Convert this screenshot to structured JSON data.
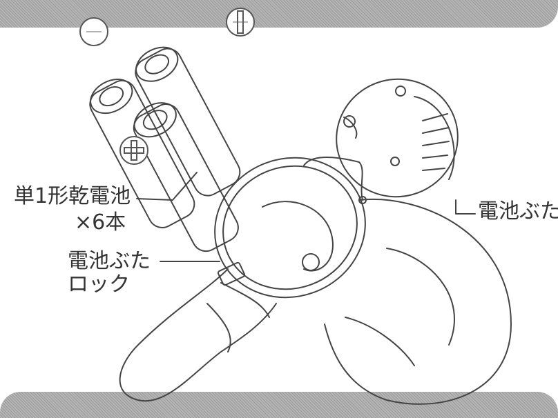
{
  "labels": {
    "battery_line1": "単1形乾電池",
    "battery_line2": "×6本",
    "battery_cover": "電池ぶた",
    "cover_lock_line1": "電池ぶた",
    "cover_lock_line2": "ロック"
  },
  "symbols": {
    "plus": "+"
  },
  "colors": {
    "line": "#444444",
    "band": "#a8a8a8"
  },
  "icons": [
    "minus-terminal-icon",
    "plus-terminal-icon"
  ]
}
